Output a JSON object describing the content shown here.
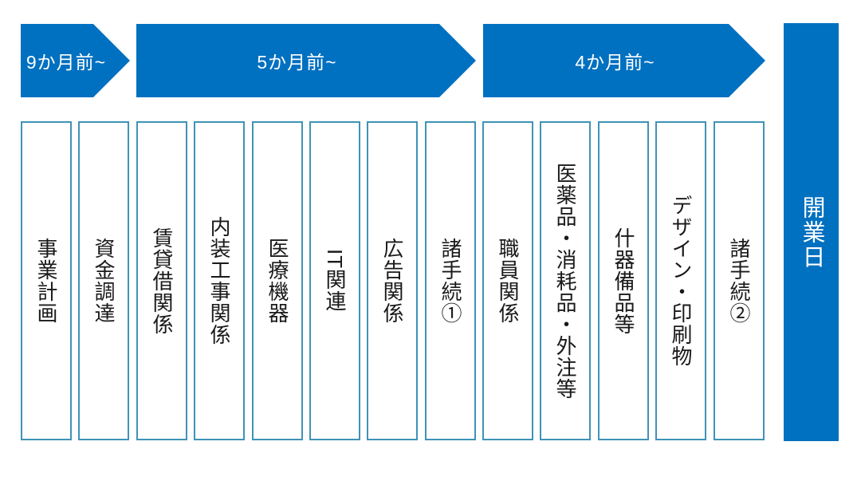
{
  "diagram": {
    "phases": [
      {
        "label": "9か月前~"
      },
      {
        "label": "5か月前~"
      },
      {
        "label": "4か月前~"
      }
    ],
    "tasks": [
      {
        "label": "事業計画"
      },
      {
        "label": "資金調達"
      },
      {
        "label": "賃貸借関係"
      },
      {
        "label": "内装工事関係"
      },
      {
        "label": "医療機器"
      },
      {
        "label": "IT関連"
      },
      {
        "label": "広告関係"
      },
      {
        "label": "諸手続①"
      },
      {
        "label": "職員関係"
      },
      {
        "label": "医薬品・消耗品・外注等"
      },
      {
        "label": "什器備品等"
      },
      {
        "label": "デザイン・印刷物"
      },
      {
        "label": "諸手続②"
      }
    ],
    "milestone": {
      "label": "開業日"
    },
    "colors": {
      "primary_blue": "#0070C0",
      "task_border": "#3F93B6",
      "task_text": "#1A1A1A",
      "phase_text": "#FFFFFF"
    }
  }
}
